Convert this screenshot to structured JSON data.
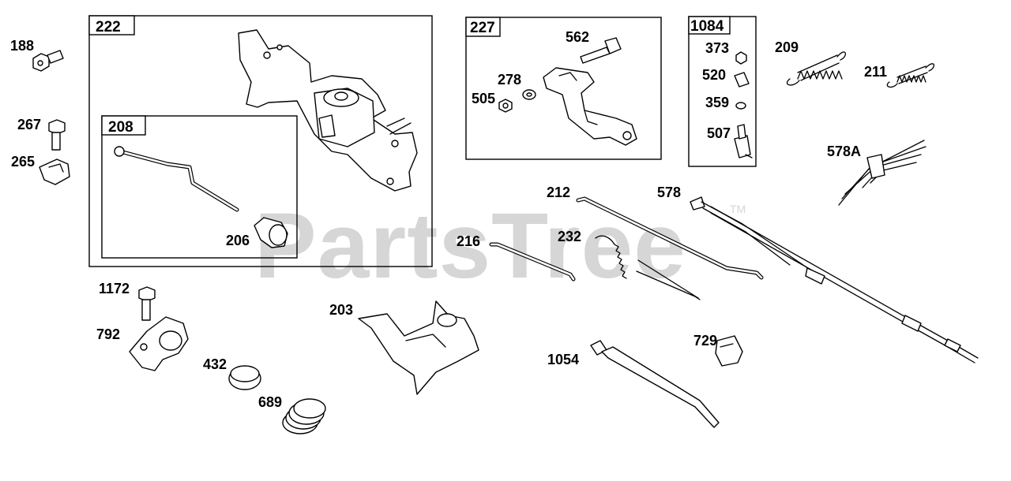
{
  "watermark": {
    "text": "PartsTree",
    "trademark": "TM"
  },
  "groups": {
    "g222": "222",
    "g208": "208",
    "g227": "227",
    "g1084": "1084"
  },
  "labels": {
    "p188": "188",
    "p267": "267",
    "p265": "265",
    "p206": "206",
    "p562": "562",
    "p278": "278",
    "p505": "505",
    "p373": "373",
    "p520": "520",
    "p359": "359",
    "p507": "507",
    "p209": "209",
    "p211": "211",
    "p578A": "578A",
    "p212": "212",
    "p578": "578",
    "p216": "216",
    "p232": "232",
    "p1172": "1172",
    "p792": "792",
    "p203": "203",
    "p432": "432",
    "p689": "689",
    "p729": "729",
    "p1054": "1054"
  }
}
